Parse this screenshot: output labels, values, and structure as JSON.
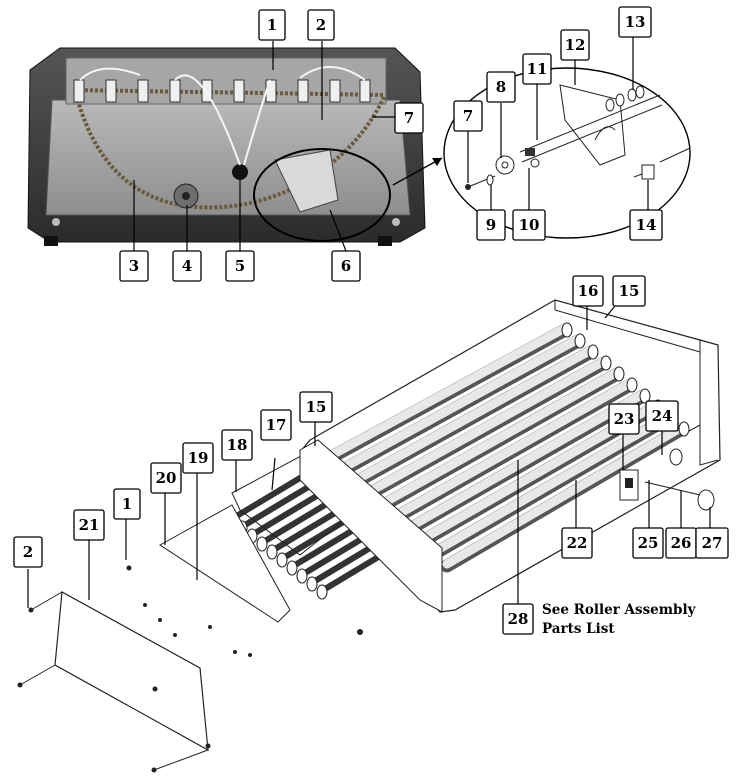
{
  "callouts": [
    "1",
    "2",
    "3",
    "4",
    "5",
    "6",
    "7",
    "7",
    "8",
    "9",
    "10",
    "11",
    "12",
    "13",
    "14",
    "15",
    "16",
    "15",
    "17",
    "18",
    "19",
    "20",
    "1",
    "21",
    "2",
    "22",
    "23",
    "24",
    "25",
    "26",
    "27",
    "28"
  ],
  "note": {
    "line1": "See Roller Assembly",
    "line2": "Parts List"
  },
  "colors": {
    "ink": "#000000",
    "photo_dark": "#3a3a3a",
    "photo_plate": "#c9c9c9",
    "roller": "#d4d4d4"
  }
}
